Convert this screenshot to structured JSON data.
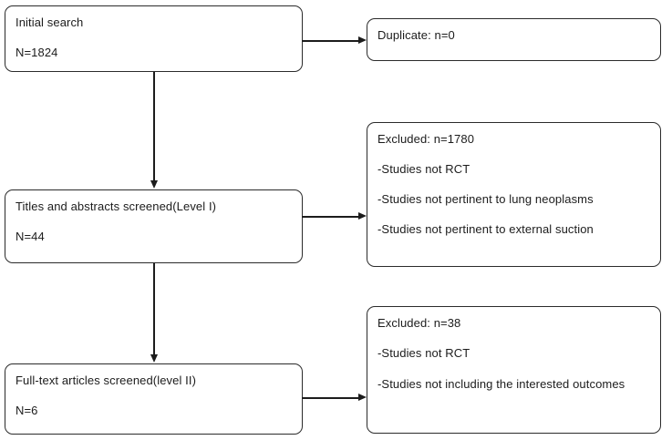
{
  "diagram": {
    "type": "prisma-study-selection-flowchart",
    "nodes": {
      "initial_search": {
        "line1": "Initial search",
        "line2": "N=1824"
      },
      "duplicate": {
        "line1": "Duplicate: n=0"
      },
      "titles_abstracts": {
        "line1": "Titles and abstracts screened(Level I)",
        "line2": "N=44"
      },
      "excluded_level1": {
        "line1": "Excluded: n=1780",
        "line2": "-Studies not RCT",
        "line3": "-Studies not pertinent to lung neoplasms",
        "line4": "-Studies not pertinent to external suction"
      },
      "fulltext_articles": {
        "line1": "Full-text articles screened(level II)",
        "line2": "N=6"
      },
      "excluded_level2": {
        "line1": "Excluded: n=38",
        "line2": "-Studies not RCT",
        "line3": "-Studies not including the interested outcomes"
      }
    },
    "colors": {
      "border": "#2b2b2b",
      "text": "#1c1c1c",
      "connector": "#1c1c1c",
      "background": "#ffffff"
    }
  }
}
